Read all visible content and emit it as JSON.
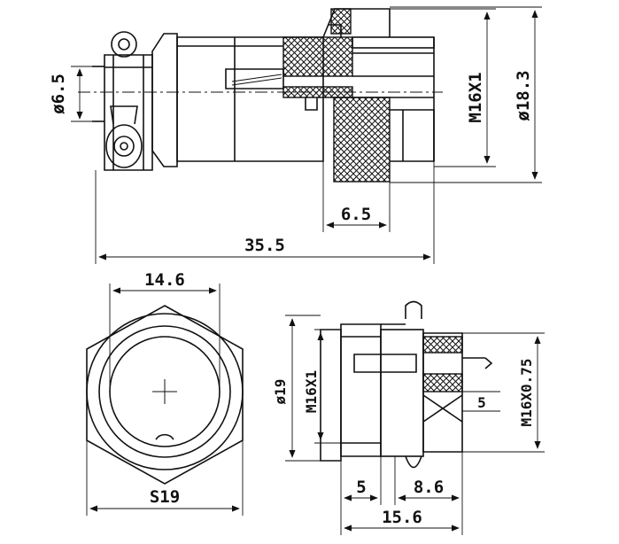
{
  "drawing": {
    "top_view": {
      "labels": {
        "d_cable": "ø6.5",
        "thread": "M16X1",
        "d_outer": "ø18.3",
        "thread_len": "6.5",
        "total_len": "35.5"
      }
    },
    "front_view": {
      "labels": {
        "inner_width": "14.6",
        "hex_size": "S19"
      }
    },
    "side_view": {
      "labels": {
        "d_flange": "ø19",
        "thread": "M16X1",
        "thread_rear": "M16X0.75",
        "rear_step": "5",
        "flange_len": "5",
        "body_len": "8.6",
        "total_len": "15.6"
      }
    }
  }
}
